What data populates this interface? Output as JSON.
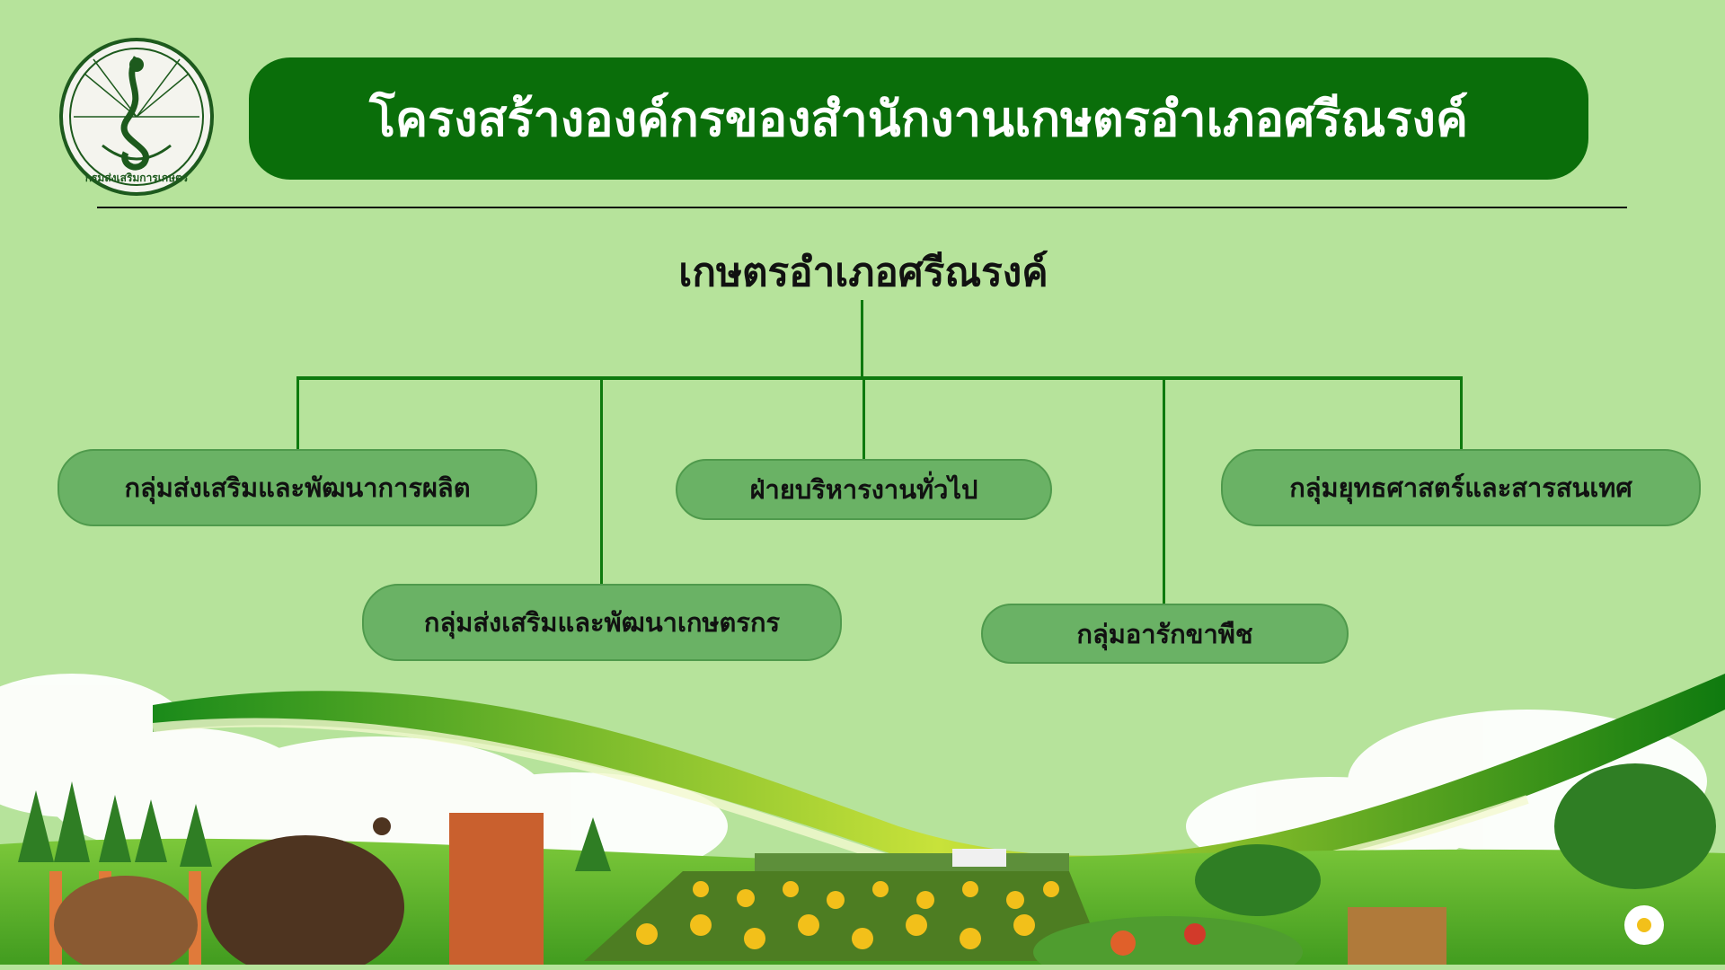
{
  "header": {
    "title": "โครงสร้างองค์กรของสำนักงานเกษตรอำเภอศรีณรงค์",
    "seal_text": "กรมส่งเสริมการเกษตร"
  },
  "org_chart": {
    "root": "เกษตรอำเภอศรีณรงค์",
    "units": [
      "กลุ่มส่งเสริมและพัฒนาการผลิต",
      "กลุ่มส่งเสริมและพัฒนาเกษตรกร",
      "ฝ่ายบริหารงานทั่วไป",
      "กลุ่มอารักขาพืช",
      "กลุ่มยุทธศาสตร์และสารสนเทศ"
    ]
  },
  "colors": {
    "background": "#b6e39b",
    "title_bar": "#0a6e0a",
    "box": "#6ab265",
    "connector": "#0e7a0e"
  }
}
